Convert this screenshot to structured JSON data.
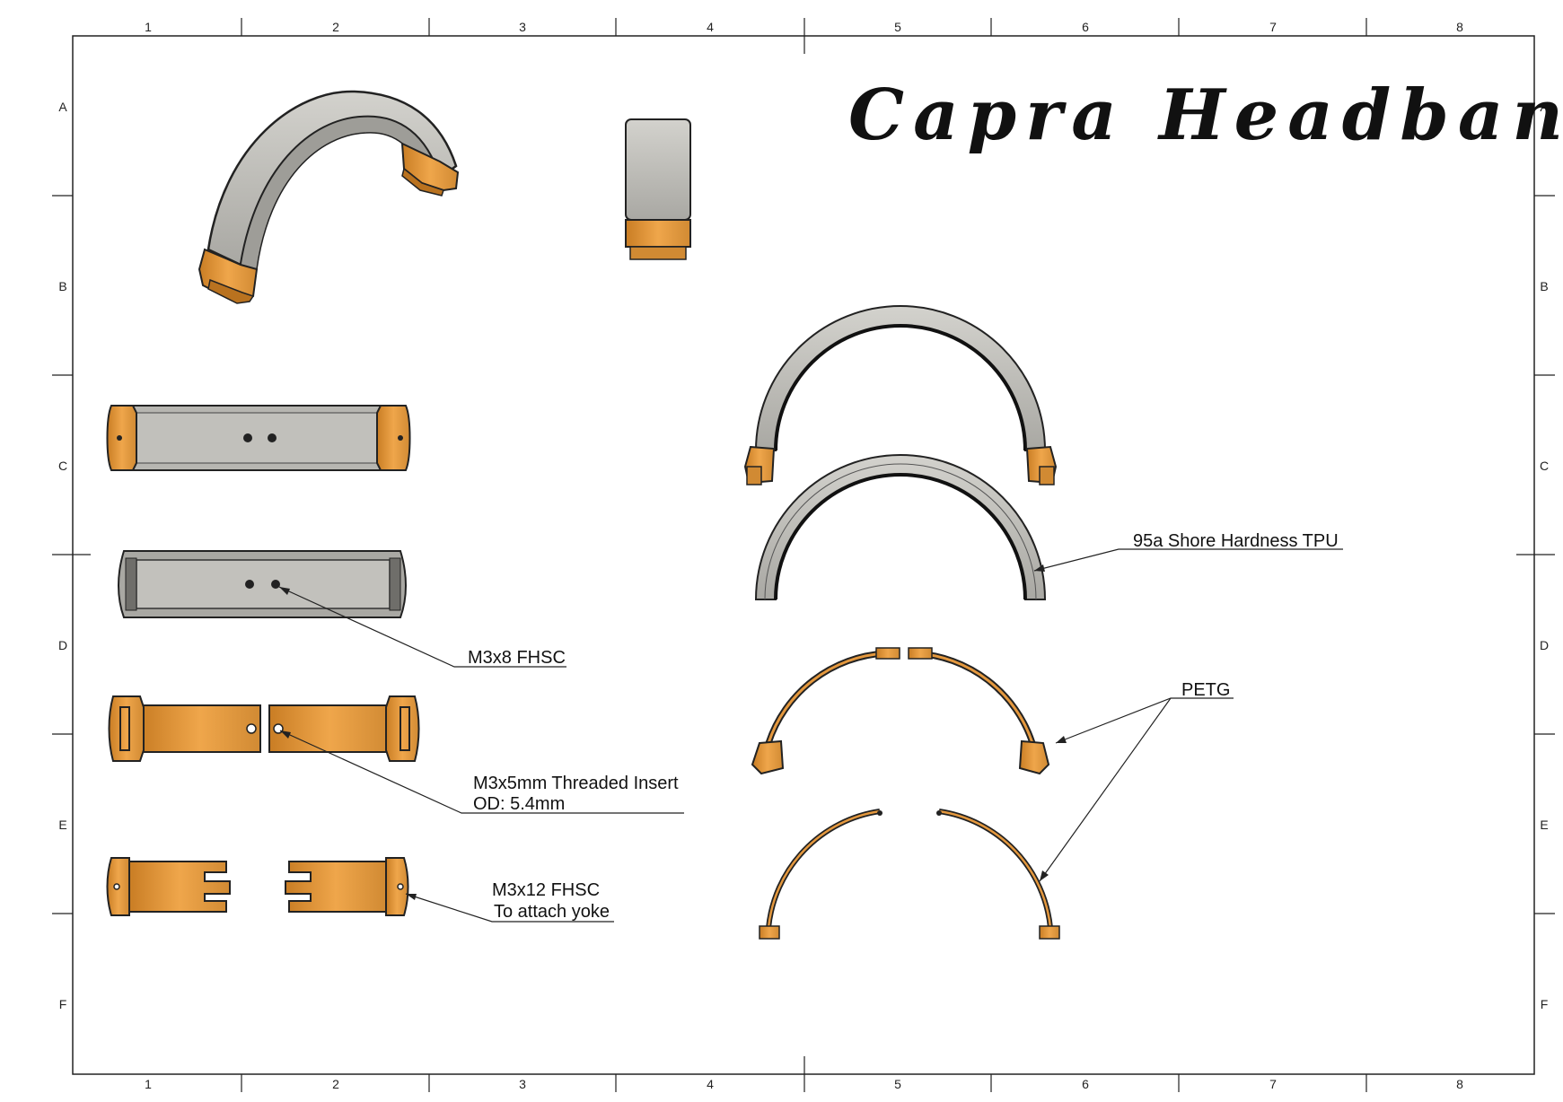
{
  "title": "Capra Headband",
  "zones": {
    "columns": [
      "1",
      "2",
      "3",
      "4",
      "5",
      "6",
      "7",
      "8"
    ],
    "rows": [
      "A",
      "B",
      "C",
      "D",
      "E",
      "F"
    ]
  },
  "annotations": {
    "m3x8": "M3x8 FHSC",
    "insert_line1": "M3x5mm Threaded Insert",
    "insert_line2": "OD: 5.4mm",
    "m3x12_line1": "M3x12 FHSC",
    "m3x12_line2": "To attach yoke",
    "tpu": "95a Shore Hardness TPU",
    "petg": "PETG"
  },
  "colors": {
    "tpu_gray": "#bdbcb7",
    "tpu_dark": "#8f8e8a",
    "petg_orange": "#e4983e",
    "petg_dark": "#b9721f",
    "line": "#222222"
  }
}
